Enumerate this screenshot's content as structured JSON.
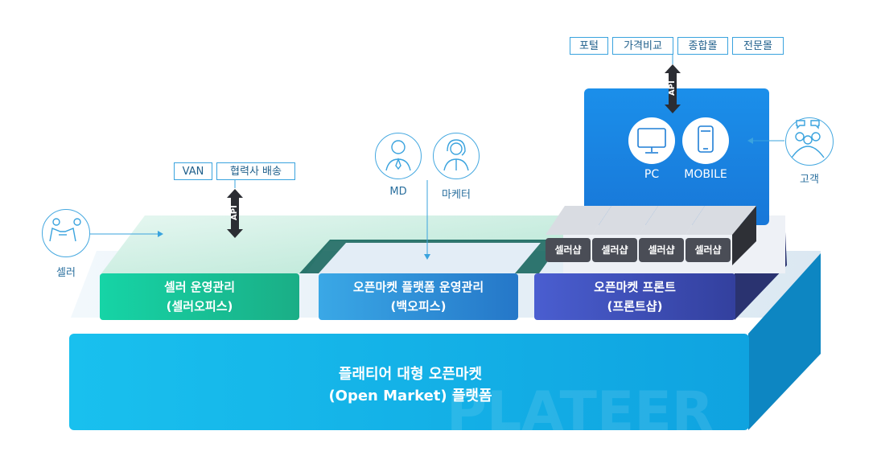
{
  "top_tags": [
    "포털",
    "가격비교",
    "종합몰",
    "전문몰"
  ],
  "seller_tags": [
    "VAN",
    "협력사 배송"
  ],
  "api_label": "API",
  "actors": {
    "seller": "셀러",
    "md": "MD",
    "marketer": "마케터",
    "customer": "고객"
  },
  "devices": {
    "pc": "PC",
    "mobile": "MOBILE"
  },
  "blocks": {
    "seller_ops": {
      "line1": "셀러 운영관리",
      "line2": "(셀러오피스)"
    },
    "platform_ops": {
      "line1": "오픈마켓 플랫폼 운영관리",
      "line2": "(백오피스)"
    },
    "front": {
      "line1": "오픈마켓 프론트",
      "line2": "(프론트샵)"
    }
  },
  "shops": [
    "셀러샵",
    "셀러샵",
    "셀러샵",
    "셀러샵"
  ],
  "platform": {
    "line1": "플래티어 대형 오픈마켓",
    "line2": "(Open Market) 플랫폼",
    "watermark": "PLATEER"
  },
  "colors": {
    "seller_green": "#1ec79a",
    "backoffice_blue": "#2f8fd8",
    "front_indigo": "#3f4fb8",
    "platform_cyan": "#16b4ea",
    "device_blue": "#1a8de8"
  }
}
